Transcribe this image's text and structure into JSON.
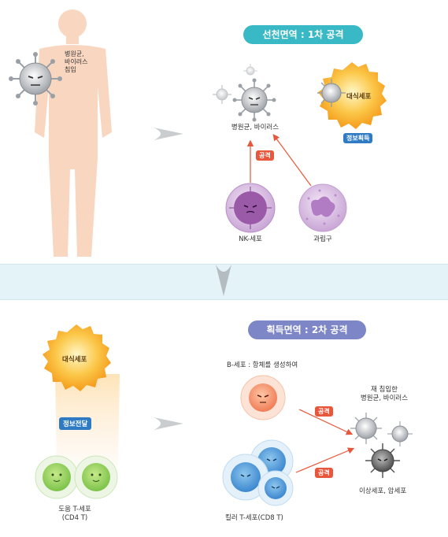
{
  "top": {
    "body_label": "병원균,\n바이러스\n침입",
    "title": "선천면역 : 1차 공격",
    "pathogen_label": "병원균, 바이러스",
    "macrophage_label": "대식세포",
    "info_badge": "정보획득",
    "attack_badge": "공격",
    "nk_label": "NK-세포",
    "granulocyte_label": "과립구"
  },
  "bottom": {
    "title": "획득면역 : 2차 공격",
    "macrophage_label": "대식세포",
    "info_badge": "정보전달",
    "helper_label": "도움 T-세포\n(CD4 T)",
    "bcell_label": "B-세포 : 항체를 생성하여",
    "reinvade_label": "재 침입한\n병원균, 바이러스",
    "attack_badge_1": "공격",
    "attack_badge_2": "공격",
    "killer_label": "킬러 T-세포(CD8 T)",
    "abnormal_label": "이상세포, 암세포"
  },
  "colors": {
    "innate_pill": "#39b9c5",
    "acquired_pill": "#7d86c6",
    "attack_tag": "#e8563b",
    "info_tag_top": "#2e7bc4",
    "info_tag_bottom": "#2e7bc4",
    "band": "#e3f3f8",
    "arrow": "#e8563b"
  },
  "icons": [
    "virus-icon",
    "macrophage-icon",
    "nk-cell-icon",
    "granulocyte-icon",
    "b-cell-icon",
    "helper-t-cell-icon",
    "killer-t-cell-icon",
    "down-chevron-icon",
    "right-chevron-icon"
  ]
}
